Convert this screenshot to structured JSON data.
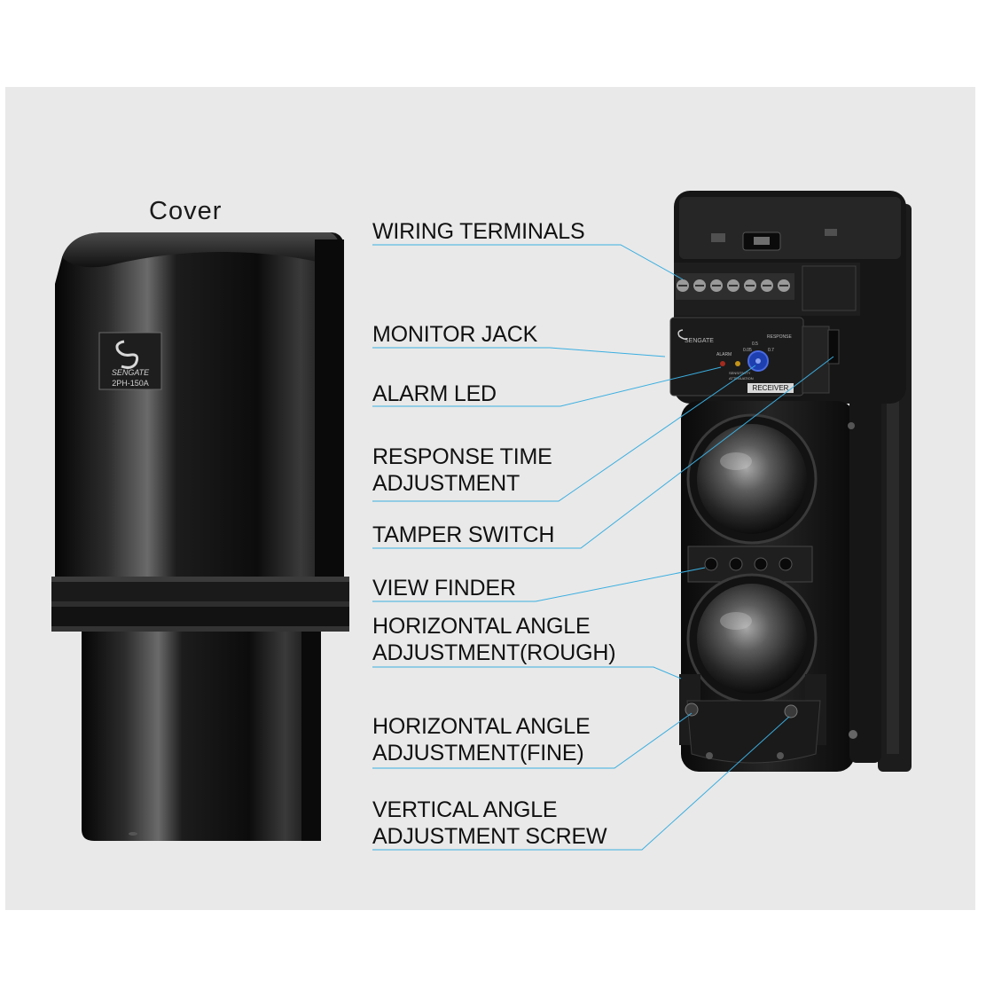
{
  "cover": {
    "title": "Cover",
    "logo_brand": "SENGATE",
    "logo_model": "2PH-150A"
  },
  "receiver": {
    "brand": "SENGATE",
    "badge": "RECEIVER",
    "alarm_text": "ALARM",
    "sensitivity_text": "SENSITIVITY",
    "attenuation_text": "ATTENUATION",
    "response_text": "RESPONSE",
    "dial_marks": [
      "0.5",
      "0.05",
      "0.7"
    ]
  },
  "callouts": [
    {
      "id": "wiring-terminals",
      "lines": [
        "WIRING TERMINALS"
      ]
    },
    {
      "id": "monitor-jack",
      "lines": [
        "MONITOR JACK"
      ]
    },
    {
      "id": "alarm-led",
      "lines": [
        "ALARM LED"
      ]
    },
    {
      "id": "response-time",
      "lines": [
        "RESPONSE TIME",
        "ADJUSTMENT"
      ]
    },
    {
      "id": "tamper-switch",
      "lines": [
        "TAMPER SWITCH"
      ]
    },
    {
      "id": "view-finder",
      "lines": [
        "VIEW FINDER"
      ]
    },
    {
      "id": "horizontal-rough",
      "lines": [
        "HORIZONTAL ANGLE",
        "ADJUSTMENT(ROUGH)"
      ]
    },
    {
      "id": "horizontal-fine",
      "lines": [
        "HORIZONTAL ANGLE",
        "ADJUSTMENT(FINE)"
      ]
    },
    {
      "id": "vertical-screw",
      "lines": [
        "VERTICAL ANGLE",
        "ADJUSTMENT SCREW"
      ]
    }
  ],
  "colors": {
    "leader_line": "#3aaee0",
    "panel_bg": "#e9e9e9",
    "device_body": "#141414"
  }
}
